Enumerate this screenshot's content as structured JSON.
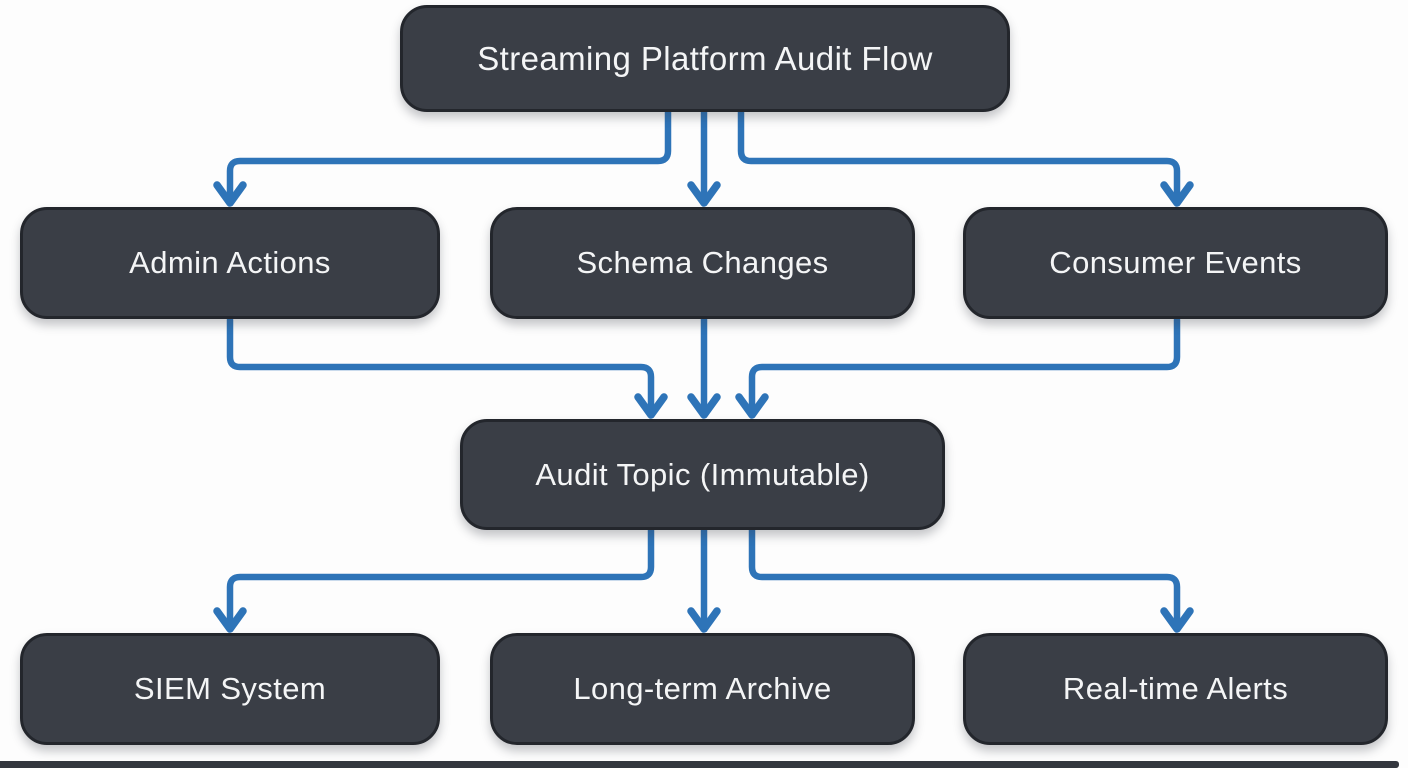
{
  "diagram": {
    "nodes": {
      "title": {
        "label": "Streaming Platform Audit Flow"
      },
      "admin": {
        "label": "Admin Actions"
      },
      "schema": {
        "label": "Schema Changes"
      },
      "consumer": {
        "label": "Consumer Events"
      },
      "audit": {
        "label": "Audit Topic (Immutable)"
      },
      "siem": {
        "label": "SIEM System"
      },
      "archive": {
        "label": "Long-term Archive"
      },
      "alerts": {
        "label": "Real-time Alerts"
      }
    },
    "edges": [
      {
        "from": "Streaming Platform Audit Flow",
        "to": "Admin Actions"
      },
      {
        "from": "Streaming Platform Audit Flow",
        "to": "Schema Changes"
      },
      {
        "from": "Streaming Platform Audit Flow",
        "to": "Consumer Events"
      },
      {
        "from": "Admin Actions",
        "to": "Audit Topic (Immutable)"
      },
      {
        "from": "Schema Changes",
        "to": "Audit Topic (Immutable)"
      },
      {
        "from": "Consumer Events",
        "to": "Audit Topic (Immutable)"
      },
      {
        "from": "Audit Topic (Immutable)",
        "to": "SIEM System"
      },
      {
        "from": "Audit Topic (Immutable)",
        "to": "Long-term Archive"
      },
      {
        "from": "Audit Topic (Immutable)",
        "to": "Real-time Alerts"
      }
    ],
    "colors": {
      "background": "#fdfdfd",
      "node_fill": "#3a3e46",
      "node_border": "#23262c",
      "node_text": "#f4f5f6",
      "arrow": "#2e74b8"
    }
  }
}
